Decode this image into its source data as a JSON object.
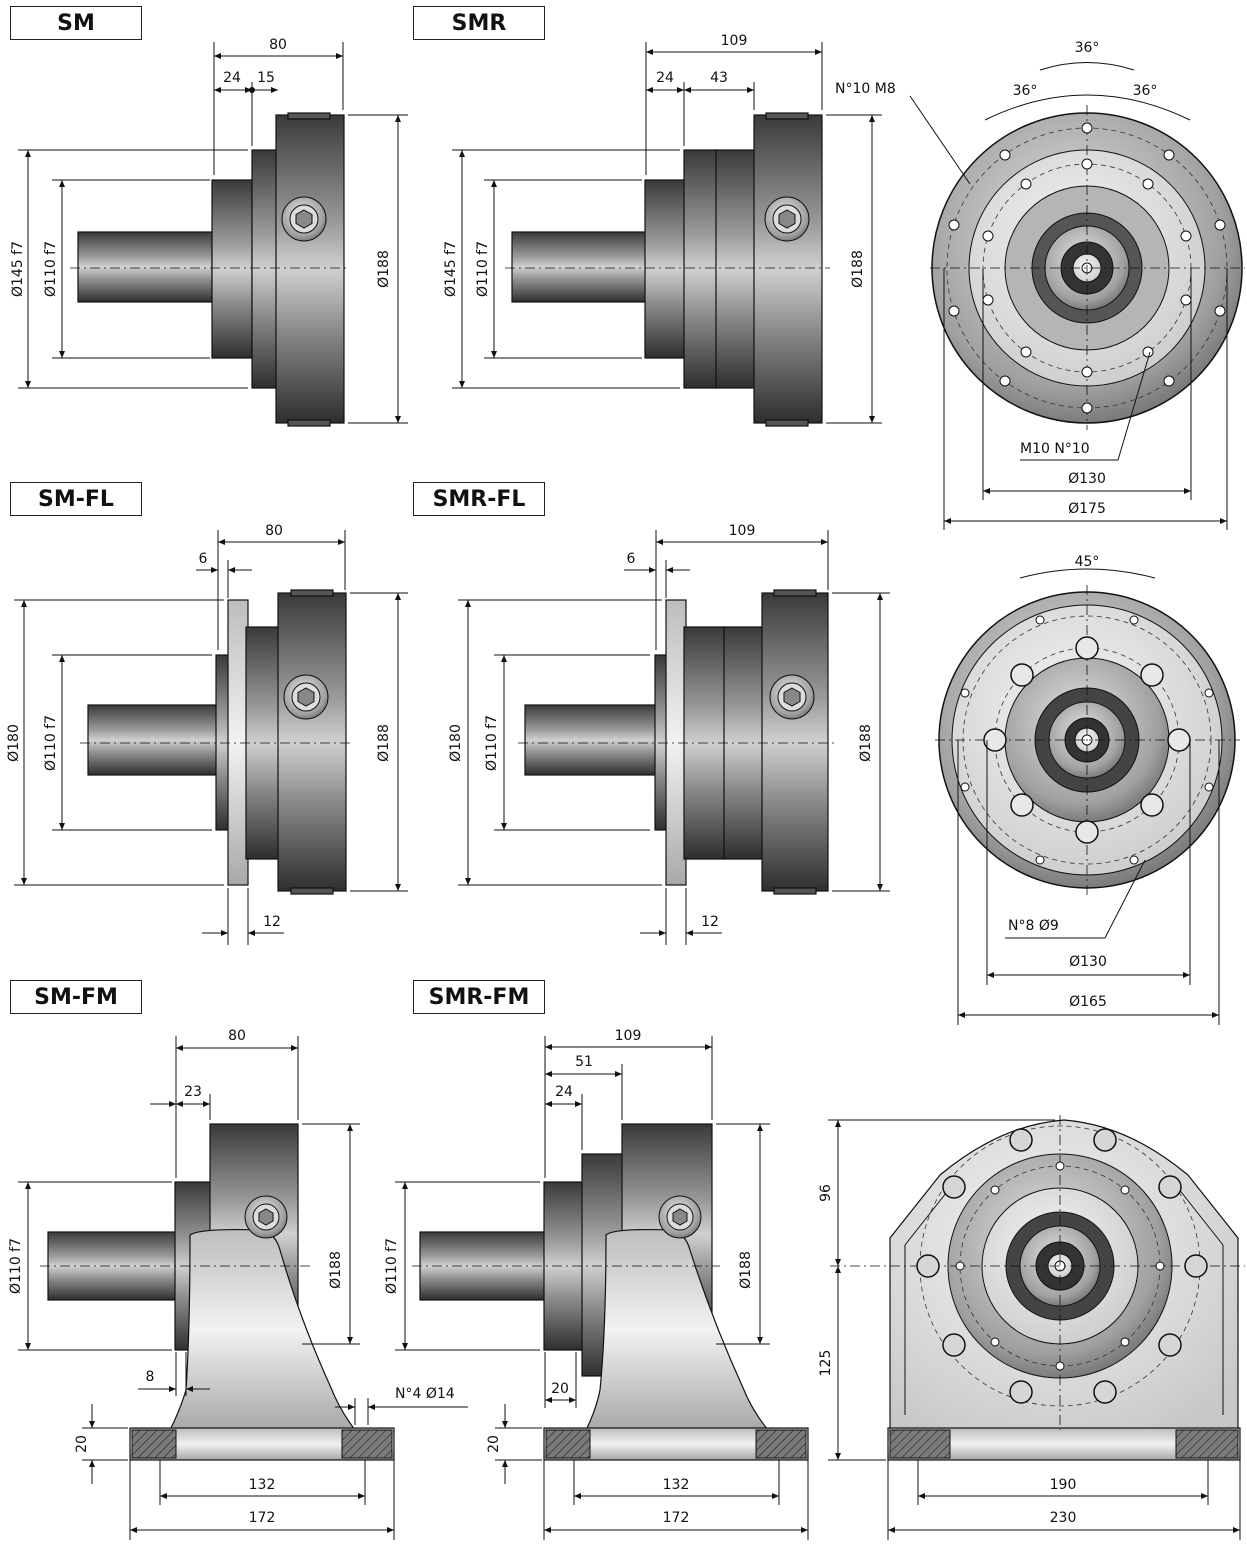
{
  "titles": {
    "sm": "SM",
    "smr": "SMR",
    "sm_fl": "SM-FL",
    "smr_fl": "SMR-FL",
    "sm_fm": "SM-FM",
    "smr_fm": "SMR-FM"
  },
  "sm": {
    "len_total": "80",
    "len_a": "24",
    "len_b": "15",
    "d_pilot": "Ø145 f7",
    "d_shaft": "Ø110 f7",
    "d_body": "Ø188"
  },
  "smr": {
    "len_total": "109",
    "len_a": "24",
    "len_b": "43",
    "d_pilot": "Ø145 f7",
    "d_shaft": "Ø110 f7",
    "d_body": "Ø188"
  },
  "front_top": {
    "angle_top": "36°",
    "angle_left": "36°",
    "angle_right": "36°",
    "holes_a": "N°10 M8",
    "holes_b": "M10 N°10",
    "d_inner": "Ø130",
    "d_outer": "Ø175"
  },
  "sm_fl": {
    "len_total": "80",
    "len_flange": "6",
    "thick": "12",
    "d_flange": "Ø180",
    "d_shaft": "Ø110 f7",
    "d_body": "Ø188"
  },
  "smr_fl": {
    "len_total": "109",
    "len_flange": "6",
    "thick": "12",
    "d_flange": "Ø180",
    "d_shaft": "Ø110 f7",
    "d_body": "Ø188"
  },
  "front_mid": {
    "angle": "45°",
    "holes": "N°8 Ø9",
    "d_inner": "Ø130",
    "d_outer": "Ø165"
  },
  "sm_fm": {
    "len_total": "80",
    "len_a": "23",
    "offset": "8",
    "holes": "N°4 Ø14",
    "base_h": "20",
    "d_shaft": "Ø110 f7",
    "d_body": "Ø188",
    "w_holes": "132",
    "w_base": "172"
  },
  "smr_fm": {
    "len_total": "109",
    "len_a": "51",
    "len_b": "24",
    "offset": "20",
    "base_h": "20",
    "d_shaft": "Ø110 f7",
    "d_body": "Ø188",
    "w_holes": "132",
    "w_base": "172"
  },
  "front_bottom": {
    "h_top": "96",
    "h_bottom": "125",
    "w_holes": "190",
    "w_base": "230"
  }
}
